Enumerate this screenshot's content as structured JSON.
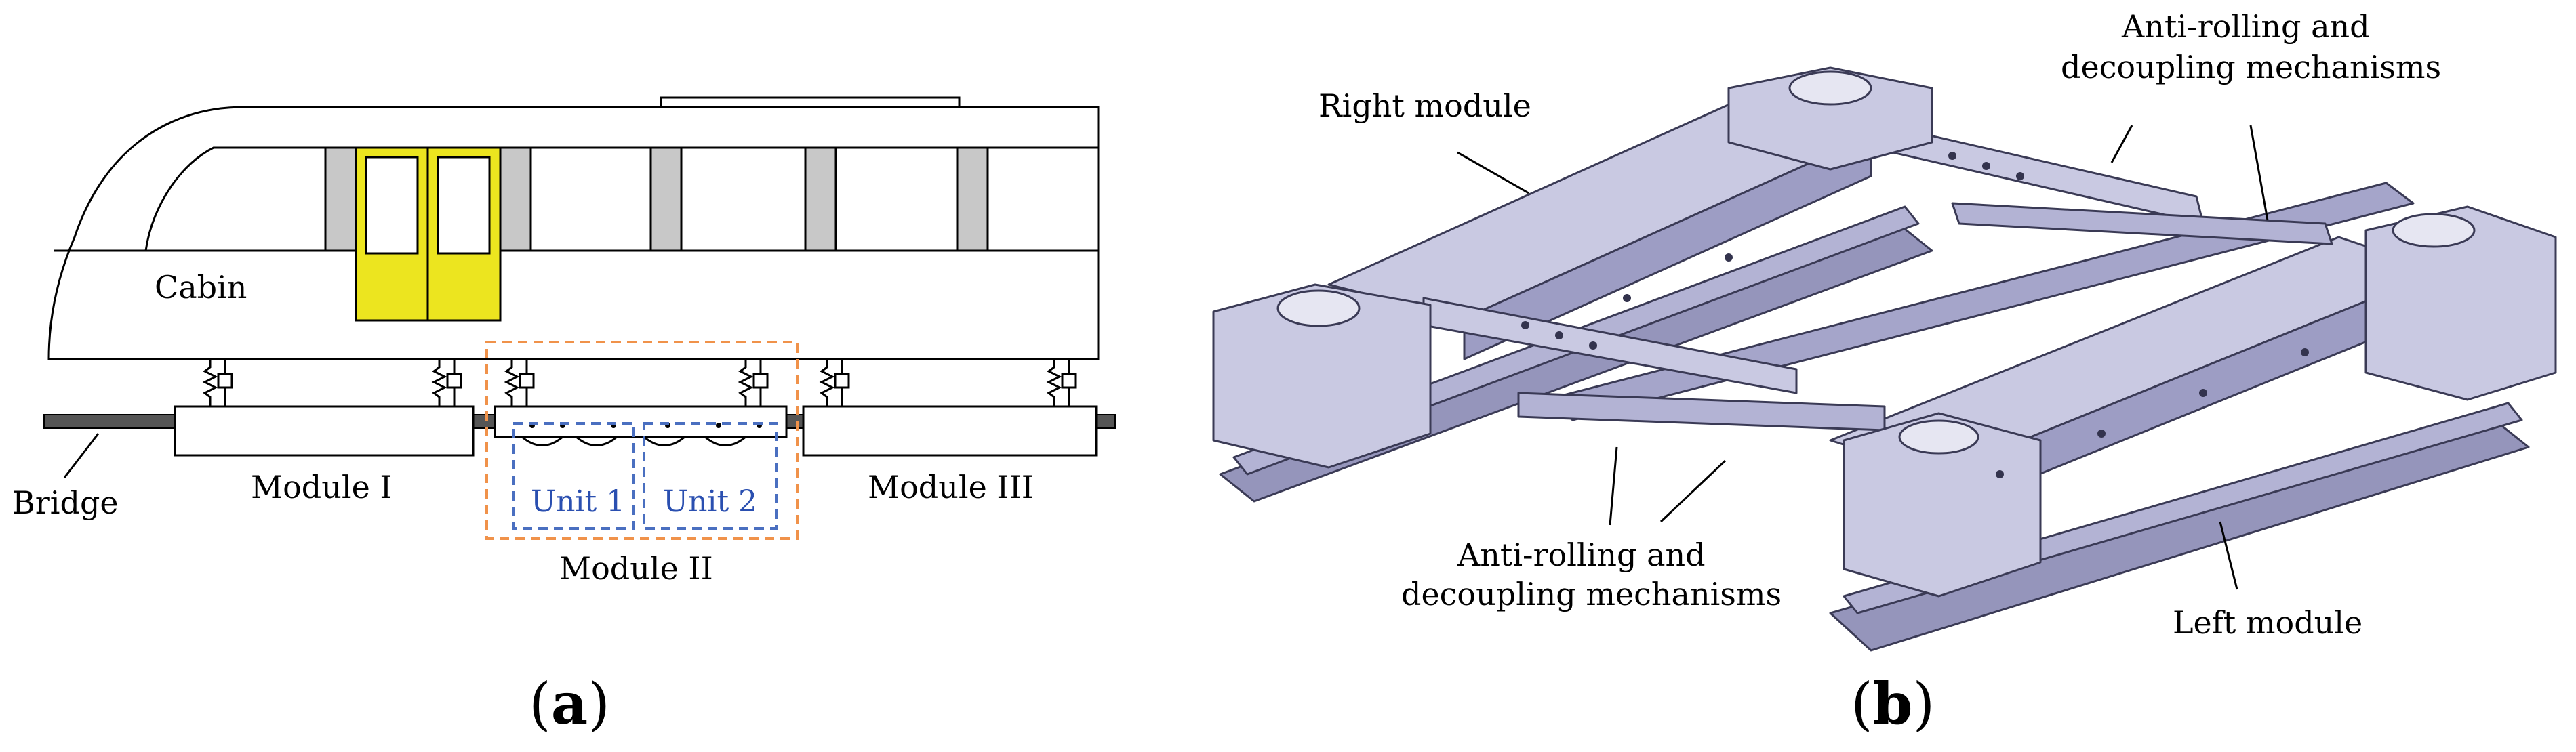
{
  "panel_a": {
    "cabin": "Cabin",
    "bridge": "Bridge",
    "module1": "Module I",
    "module2": "Module II",
    "module3": "Module III",
    "unit1": "Unit 1",
    "unit2": "Unit 2",
    "caption_letter": "a"
  },
  "panel_b": {
    "right_module": "Right module",
    "left_module": "Left module",
    "mech_top_1": "Anti-rolling and",
    "mech_top_2": "decoupling mechanisms",
    "mech_bottom_1": "Anti-rolling and",
    "mech_bottom_2": "decoupling mechanisms",
    "caption_letter": "b"
  },
  "colors": {
    "door": "#ece51f",
    "window_pillar": "#c8c8c8",
    "module2_box": "#f0924a",
    "unit_box": "#4a6fc0",
    "frame_fill": "#b3b3d4",
    "frame_light": "#c9c9e2",
    "frame_dark": "#9595bb",
    "bridge_rail": "#555555"
  }
}
